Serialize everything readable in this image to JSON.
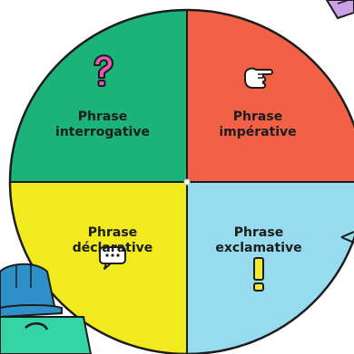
{
  "wheel": {
    "quadrants": [
      {
        "id": "interrogative",
        "line1": "Phrase",
        "line2": "interrogative",
        "color": "#1bb37a",
        "icon": "question-mark-icon",
        "icon_color": "#e659b5"
      },
      {
        "id": "imperative",
        "line1": "Phrase",
        "line2": "impérative",
        "color": "#f26145",
        "icon": "pointing-hand-icon",
        "icon_color": "#ffffff"
      },
      {
        "id": "declarative",
        "line1": "Phrase",
        "line2": "déclarative",
        "color": "#f0ea1e",
        "icon": "speech-bubble-ellipsis-icon",
        "icon_color": "#ffffff"
      },
      {
        "id": "exclamative",
        "line1": "Phrase",
        "line2": "exclamative",
        "color": "#97dbef",
        "icon": "exclamation-mark-icon",
        "icon_color": "#f4e82a"
      }
    ],
    "outline_color": "#1c1c1c"
  },
  "decor": {
    "helmet_color": "#2f8fc9",
    "figure_color": "#35d4a5",
    "pencil_color": "#c9a2e6"
  }
}
